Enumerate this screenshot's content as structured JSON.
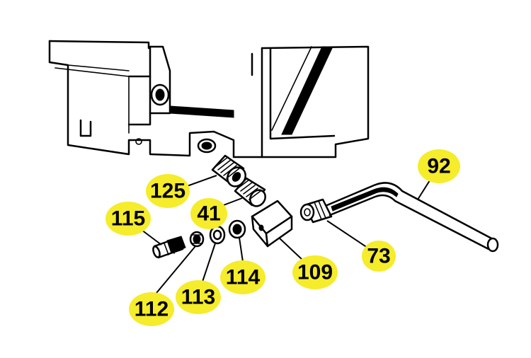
{
  "callout_style": {
    "bubble_color": "#f5ec2b",
    "text_color": "#000000",
    "line_color": "#000000"
  },
  "callouts": [
    {
      "id": "92",
      "label": "92"
    },
    {
      "id": "125",
      "label": "125"
    },
    {
      "id": "41",
      "label": "41"
    },
    {
      "id": "115",
      "label": "115"
    },
    {
      "id": "73",
      "label": "73"
    },
    {
      "id": "114",
      "label": "114"
    },
    {
      "id": "109",
      "label": "109"
    },
    {
      "id": "113",
      "label": "113"
    },
    {
      "id": "112",
      "label": "112"
    }
  ],
  "parts": [
    {
      "name": "housing",
      "icon": "housing-icon"
    },
    {
      "name": "threaded-insert-125",
      "icon": "threaded-bushing-icon"
    },
    {
      "name": "threaded-insert-41",
      "icon": "threaded-bushing-icon"
    },
    {
      "name": "set-screw-115",
      "icon": "set-screw-icon"
    },
    {
      "name": "nut-112",
      "icon": "nut-icon"
    },
    {
      "name": "washer-113",
      "icon": "washer-icon"
    },
    {
      "name": "washer-114",
      "icon": "washer-icon"
    },
    {
      "name": "block-109",
      "icon": "block-icon"
    },
    {
      "name": "fitting-nut-73",
      "icon": "fitting-nut-icon"
    },
    {
      "name": "tube-92",
      "icon": "bent-tube-icon"
    }
  ]
}
